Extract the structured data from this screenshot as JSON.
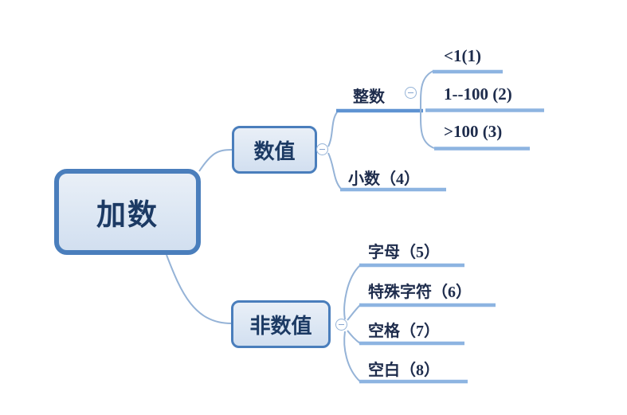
{
  "colors": {
    "node_border": "#4a7ebc",
    "node_fill": "#dbe6f3",
    "node_text": "#1c3a64",
    "connector_curve": "#95b3d7",
    "parent_underline": "#5f93d2",
    "child_underline": "#8db4e1",
    "leaf_text": "#1e2c4c",
    "background": "#ffffff"
  },
  "icons": {
    "collapse": "minus-circle-icon"
  },
  "mindmap": {
    "root": {
      "label": "加数"
    },
    "branches": [
      {
        "label": "数值",
        "children": [
          {
            "label": "整数",
            "children": [
              {
                "label": "<1(1)"
              },
              {
                "label": "1--100 (2)"
              },
              {
                "label": ">100 (3)"
              }
            ]
          },
          {
            "label": "小数（4）"
          }
        ]
      },
      {
        "label": "非数值",
        "children": [
          {
            "label": "字母（5）"
          },
          {
            "label": "特殊字符（6）"
          },
          {
            "label": "空格（7）"
          },
          {
            "label": "空白（8）"
          }
        ]
      }
    ]
  }
}
